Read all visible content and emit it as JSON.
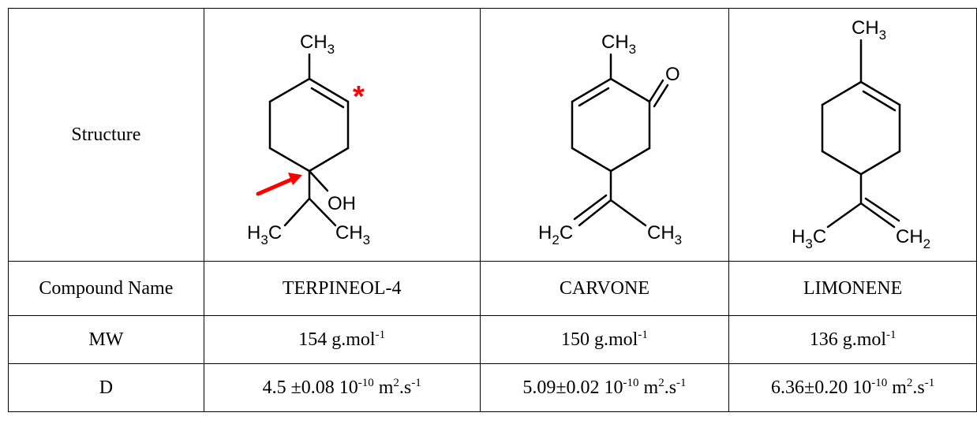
{
  "row_headers": {
    "structure": "Structure",
    "name": "Compound Name",
    "mw": "MW",
    "d": "D"
  },
  "compounds": [
    {
      "name": "TERPINEOL-4",
      "mw_value": "154 g.mol",
      "mw_exp": "-1",
      "d_value": "4.5 ±0.08 10",
      "d_exp1": "-10",
      "d_unit": " m",
      "d_exp2": "2",
      "d_unit2": ".s",
      "d_exp3": "-1",
      "labels": {
        "top": "CH",
        "oh": "OH",
        "left": "H",
        "left2": "C",
        "right": "CH",
        "sub3": "3",
        "star": "*"
      },
      "marker_color": "#ff0000"
    },
    {
      "name": "CARVONE",
      "mw_value": "150 g.mol",
      "mw_exp": "-1",
      "d_value": "5.09±0.02 10",
      "d_exp1": "-10",
      "d_unit": " m",
      "d_exp2": "2",
      "d_unit2": ".s",
      "d_exp3": "-1",
      "labels": {
        "top": "CH",
        "o": "O",
        "left": "H",
        "left_sub": "2",
        "left2": "C",
        "right": "CH",
        "sub3": "3"
      }
    },
    {
      "name": "LIMONENE",
      "mw_value": "136 g.mol",
      "mw_exp": "-1",
      "d_value": "6.36±0.20 10",
      "d_exp1": "-10",
      "d_unit": " m",
      "d_exp2": "2",
      "d_unit2": ".s",
      "d_exp3": "-1",
      "labels": {
        "top": "CH",
        "left": "H",
        "left2": "C",
        "right": "CH",
        "right_sub": "2",
        "sub3": "3"
      }
    }
  ]
}
